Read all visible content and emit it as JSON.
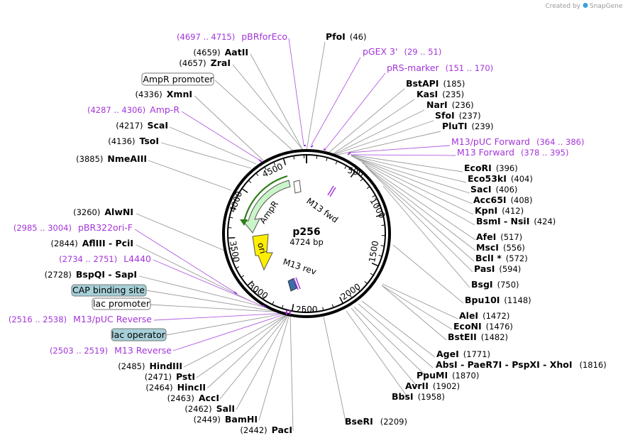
{
  "credit": {
    "prefix": "Created by",
    "brand": "SnapGene"
  },
  "plasmid": {
    "name": "p256",
    "size": "4724 bp"
  },
  "ticks": [
    "500",
    "1000",
    "1500",
    "2000",
    "2500",
    "3000",
    "3500",
    "4000",
    "4500"
  ],
  "features": [
    {
      "label": "AmpR",
      "type": "CDS",
      "color": "#c9f5c9"
    },
    {
      "label": "ori",
      "type": "rep_origin",
      "color": "#ffee00"
    },
    {
      "label": "M13 fwd",
      "type": "primer"
    },
    {
      "label": "M13 rev",
      "type": "primer"
    }
  ],
  "right_labels": [
    {
      "name": "PfoI",
      "pos": "(46)"
    },
    {
      "name": "pGEX 3'",
      "pos": "(29 .. 51)",
      "purple": true
    },
    {
      "name": "pRS-marker",
      "pos": "(151 .. 170)",
      "purple": true
    },
    {
      "name": "BstAPI",
      "pos": "(185)"
    },
    {
      "name": "KasI",
      "pos": "(235)"
    },
    {
      "name": "NarI",
      "pos": "(236)"
    },
    {
      "name": "SfoI",
      "pos": "(237)"
    },
    {
      "name": "PluTI",
      "pos": "(239)"
    },
    {
      "name": "M13/pUC Forward",
      "pos": "(364 .. 386)",
      "purple": true
    },
    {
      "name": "M13 Forward",
      "pos": "(378 .. 395)",
      "purple": true
    },
    {
      "name": "EcoRI",
      "pos": "(396)"
    },
    {
      "name": "Eco53kI",
      "pos": "(404)"
    },
    {
      "name": "SacI",
      "pos": "(406)"
    },
    {
      "name": "Acc65I",
      "pos": "(408)"
    },
    {
      "name": "KpnI",
      "pos": "(412)"
    },
    {
      "name": "BsmI - NsiI",
      "pos": "(424)"
    },
    {
      "name": "AfeI",
      "pos": "(517)"
    },
    {
      "name": "MscI",
      "pos": "(556)"
    },
    {
      "name": "BclI *",
      "pos": "(572)"
    },
    {
      "name": "PasI",
      "pos": "(594)"
    },
    {
      "name": "BsgI",
      "pos": "(750)"
    },
    {
      "name": "Bpu10I",
      "pos": "(1148)"
    },
    {
      "name": "AleI",
      "pos": "(1472)"
    },
    {
      "name": "EcoNI",
      "pos": "(1476)"
    },
    {
      "name": "BstEII",
      "pos": "(1482)"
    },
    {
      "name": "AgeI",
      "pos": "(1771)"
    },
    {
      "name": "AbsI - PaeR7I - PspXI - XhoI",
      "pos": "(1816)"
    },
    {
      "name": "PpuMI",
      "pos": "(1870)"
    },
    {
      "name": "AvrII",
      "pos": "(1902)"
    },
    {
      "name": "BbsI",
      "pos": "(1958)"
    },
    {
      "name": "BseRI",
      "pos": "(2209)"
    }
  ],
  "left_labels": [
    {
      "name": "pBRforEco",
      "pos": "(4697 .. 4715)",
      "purple": true
    },
    {
      "name": "AatII",
      "pos": "(4659)"
    },
    {
      "name": "ZraI",
      "pos": "(4657)"
    },
    {
      "name": "AmpR promoter",
      "boxed": true
    },
    {
      "name": "XmnI",
      "pos": "(4336)"
    },
    {
      "name": "Amp-R",
      "pos": "(4287 .. 4306)",
      "purple": true
    },
    {
      "name": "ScaI",
      "pos": "(4217)"
    },
    {
      "name": "TsoI",
      "pos": "(4136)"
    },
    {
      "name": "NmeAIII",
      "pos": "(3885)"
    },
    {
      "name": "AlwNI",
      "pos": "(3260)"
    },
    {
      "name": "pBR322ori-F",
      "pos": "(2985 .. 3004)",
      "purple": true
    },
    {
      "name": "AflIII - PciI",
      "pos": "(2844)"
    },
    {
      "name": "L4440",
      "pos": "(2734 .. 2751)",
      "purple": true
    },
    {
      "name": "BspQI - SapI",
      "pos": "(2728)"
    },
    {
      "name": "CAP binding site",
      "boxed": true,
      "fill": "#a6cfd8"
    },
    {
      "name": "lac promoter",
      "boxed": true
    },
    {
      "name": "M13/pUC Reverse",
      "pos": "(2516 .. 2538)",
      "purple": true
    },
    {
      "name": "lac operator",
      "boxed": true,
      "fill": "#a6cfd8"
    },
    {
      "name": "M13 Reverse",
      "pos": "(2503 .. 2519)",
      "purple": true
    },
    {
      "name": "HindIII",
      "pos": "(2485)"
    },
    {
      "name": "PstI",
      "pos": "(2471)"
    },
    {
      "name": "HincII",
      "pos": "(2464)"
    },
    {
      "name": "AccI",
      "pos": "(2463)"
    },
    {
      "name": "SalI",
      "pos": "(2462)"
    },
    {
      "name": "BamHI",
      "pos": "(2449)"
    },
    {
      "name": "PacI",
      "pos": "(2442)"
    }
  ]
}
